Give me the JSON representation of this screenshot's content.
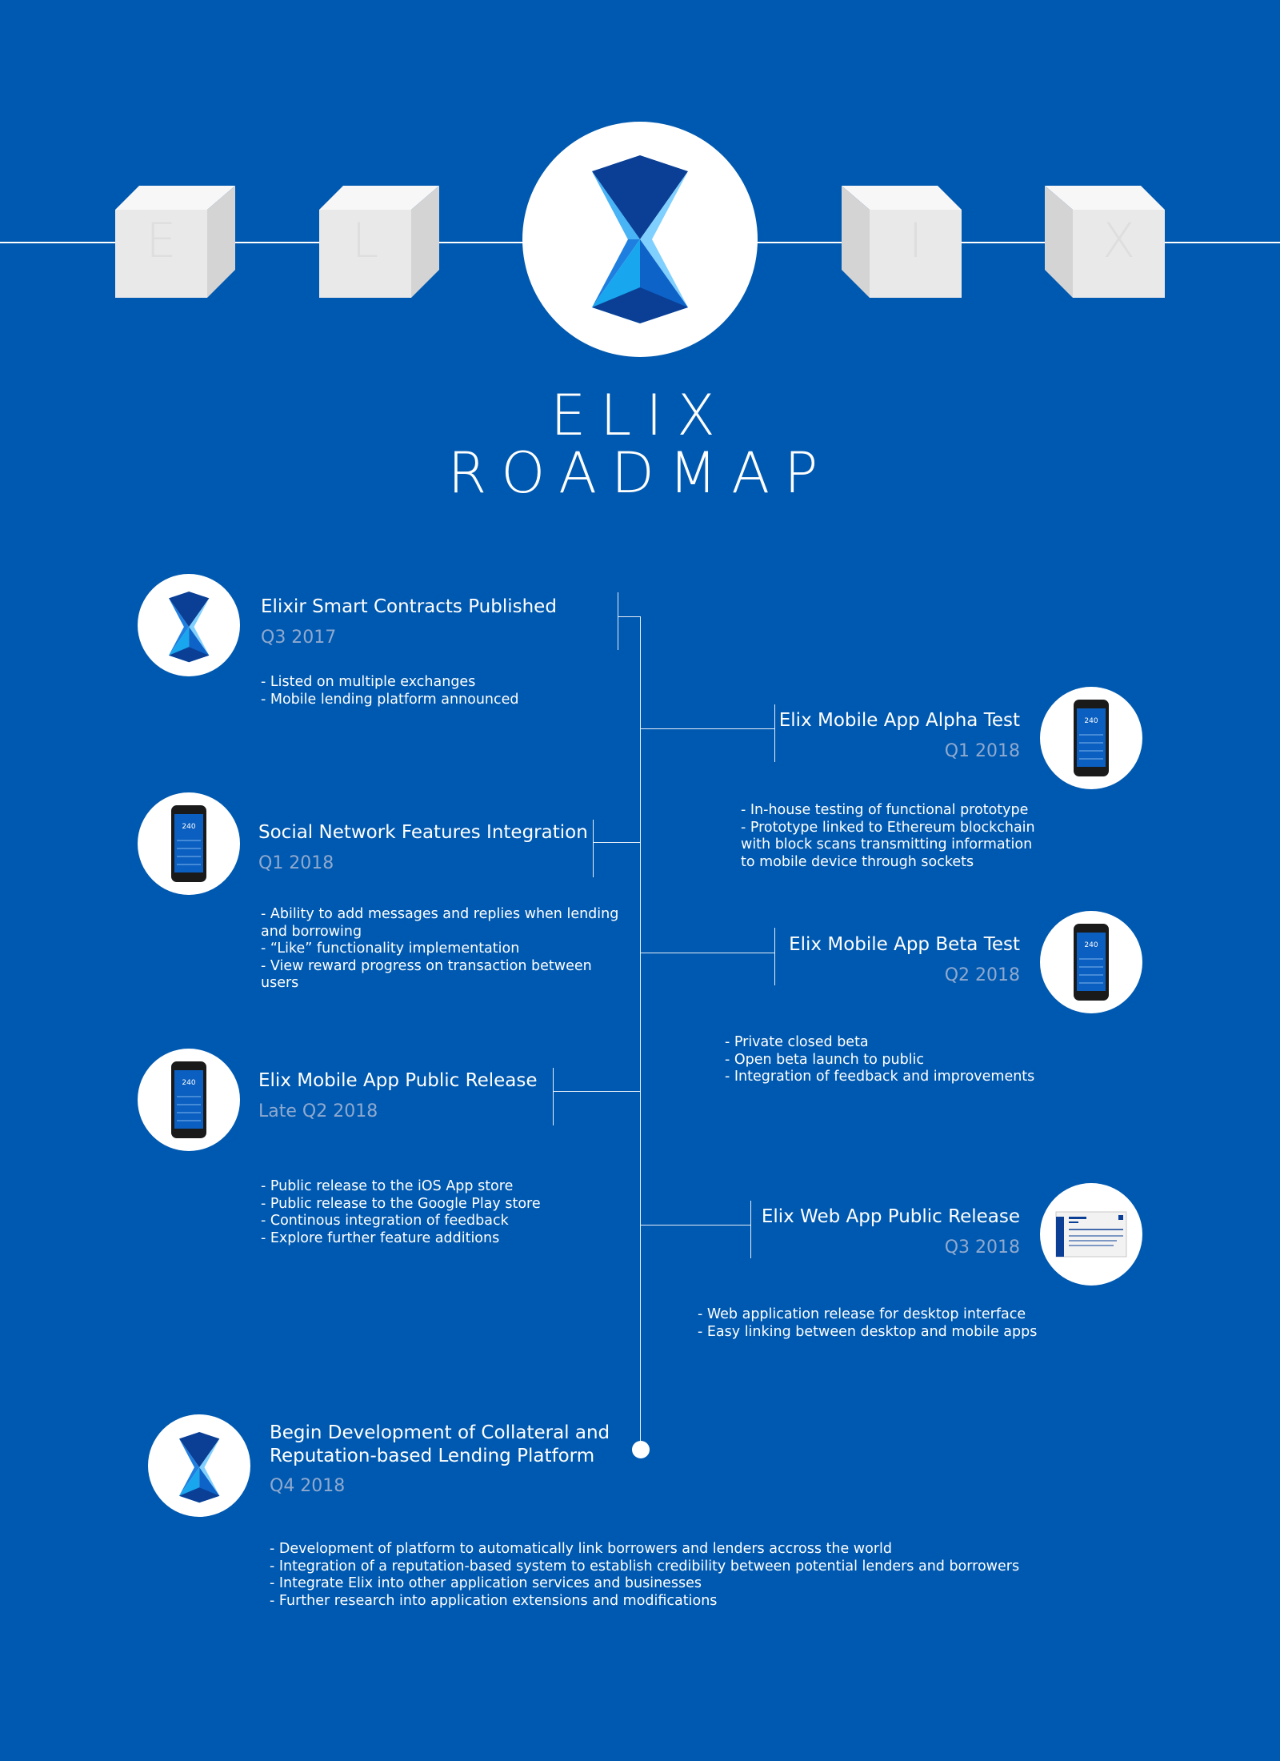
{
  "header": {
    "cube_letters": [
      "E",
      "L",
      "I",
      "X"
    ],
    "title_line1": "ELIX",
    "title_line2": "ROADMAP"
  },
  "milestones": [
    {
      "title": "Elixir Smart Contracts Published",
      "date": "Q3 2017",
      "icon": "elix-logo-icon",
      "bullets": [
        "- Listed on multiple exchanges",
        "- Mobile lending platform announced"
      ]
    },
    {
      "title": "Elix Mobile App Alpha Test",
      "date": "Q1 2018",
      "icon": "phone-icon",
      "bullets": [
        "- In-house testing of functional prototype",
        "- Prototype linked to Ethereum blockchain",
        "with block scans transmitting information",
        "to mobile device through sockets"
      ]
    },
    {
      "title": "Social Network Features Integration",
      "date": "Q1 2018",
      "icon": "phone-icon",
      "bullets": [
        "- Ability to add messages and replies when lending",
        "and borrowing",
        "- “Like” functionality implementation",
        "- View reward progress on transaction between",
        "users"
      ]
    },
    {
      "title": "Elix Mobile App Beta Test",
      "date": "Q2 2018",
      "icon": "phone-icon",
      "bullets": [
        "- Private closed beta",
        "- Open beta launch to public",
        "- Integration of feedback and improvements"
      ]
    },
    {
      "title": "Elix Mobile App Public Release",
      "date": "Late Q2 2018",
      "icon": "phone-icon",
      "bullets": [
        "- Public release to the iOS App store",
        "- Public release to the Google Play store",
        "- Continous integration of feedback",
        "- Explore further feature additions"
      ]
    },
    {
      "title": "Elix Web App Public Release",
      "date": "Q3 2018",
      "icon": "web-app-icon",
      "bullets": [
        "- Web application release for desktop interface",
        "- Easy linking between desktop and mobile apps"
      ]
    },
    {
      "title": "Begin Development of Collateral and Reputation-based Lending Platform",
      "date": "Q4 2018",
      "icon": "elix-logo-icon",
      "bullets": [
        "- Development of platform to automatically link borrowers and lenders accross the world",
        "- Integration of a reputation-based system to establish credibility between potential lenders and borrowers",
        "- Integrate Elix into other application services and businesses",
        "- Further research into application extensions and modifications"
      ]
    }
  ],
  "phone_screen_value": "240",
  "colors": {
    "background": "#0059b0",
    "date_text": "#8fa9cf",
    "logo_dark": "#0a3f95",
    "logo_mid": "#1f7fe0",
    "logo_light": "#7fd0ff"
  }
}
